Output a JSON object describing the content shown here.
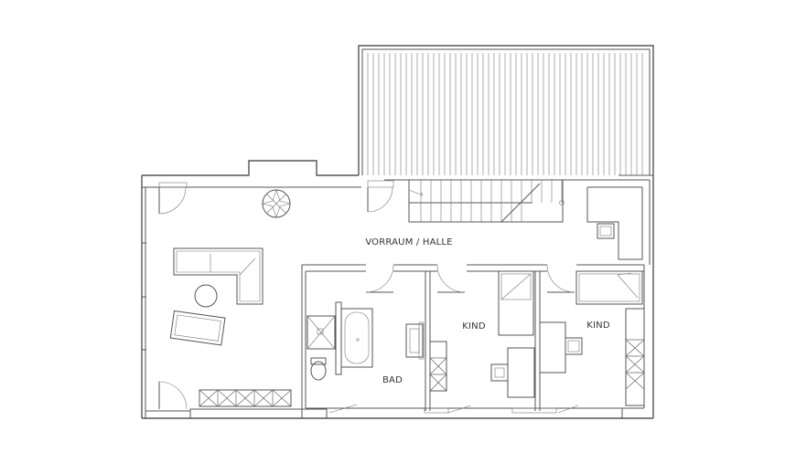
{
  "rooms": [
    {
      "id": "hall",
      "label": "VORRAUM / HALLE"
    },
    {
      "id": "kind-1",
      "label": "KIND"
    },
    {
      "id": "kind-2",
      "label": "KIND"
    },
    {
      "id": "bad",
      "label": "BAD"
    }
  ],
  "colors": {
    "line": "#555555",
    "text": "#333333",
    "background": "#ffffff"
  }
}
